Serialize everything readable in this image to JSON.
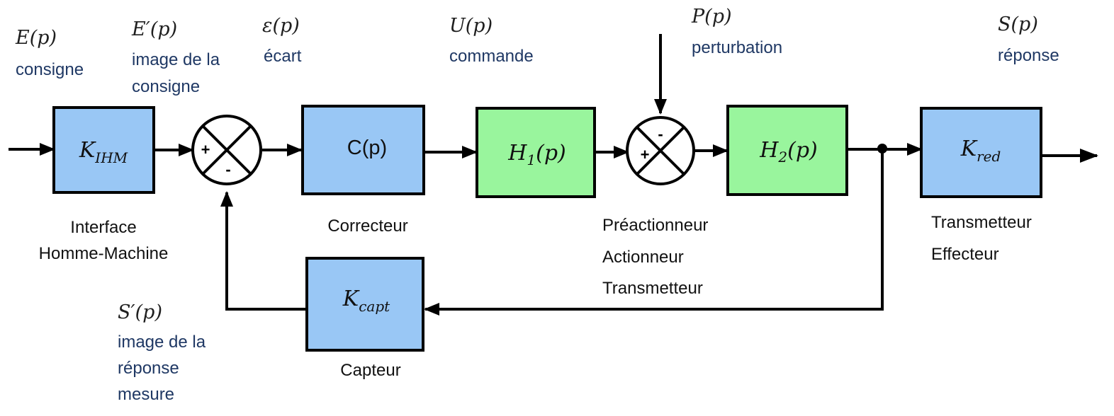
{
  "colors": {
    "block_blue": "#99c7f5",
    "block_green": "#99f59d",
    "signal_text": "#1f3864",
    "line": "#000000"
  },
  "signals": {
    "input": {
      "name": "E(p)",
      "desc": "consigne"
    },
    "consign_image": {
      "name": "E′(p)",
      "desc": [
        "image de la",
        "consigne"
      ]
    },
    "error": {
      "name": "ε(p)",
      "desc": "écart"
    },
    "command": {
      "name": "U(p)",
      "desc": "commande"
    },
    "disturbance": {
      "name": "P(p)",
      "desc": "perturbation"
    },
    "output": {
      "name": "S(p)",
      "desc": "réponse"
    },
    "measure": {
      "name": "S′(p)",
      "desc": [
        "image de la",
        "réponse",
        "mesure"
      ]
    }
  },
  "blocks": {
    "ihm": {
      "main": "K",
      "sub": "IHM",
      "color": "blue",
      "caption": [
        "Interface",
        "Homme-Machine"
      ]
    },
    "correcteur": {
      "main": "C(p)",
      "color": "blue",
      "caption": [
        "Correcteur"
      ]
    },
    "h1": {
      "main": "H",
      "sub": "1",
      "tail": "(p)",
      "color": "green"
    },
    "h2": {
      "main": "H",
      "sub": "2",
      "tail": "(p)",
      "color": "green",
      "caption": [
        "Préactionneur",
        "Actionneur",
        "Transmetteur"
      ]
    },
    "kred": {
      "main": "K",
      "sub": "red",
      "color": "blue",
      "caption": [
        "Transmetteur",
        "Effecteur"
      ]
    },
    "kcapt": {
      "main": "K",
      "sub": "capt",
      "color": "blue",
      "caption": [
        "Capteur"
      ]
    }
  },
  "summers": {
    "comparator": {
      "plus": "+",
      "minus": "-"
    },
    "disturbance": {
      "plus": "+",
      "minus": "-"
    }
  }
}
